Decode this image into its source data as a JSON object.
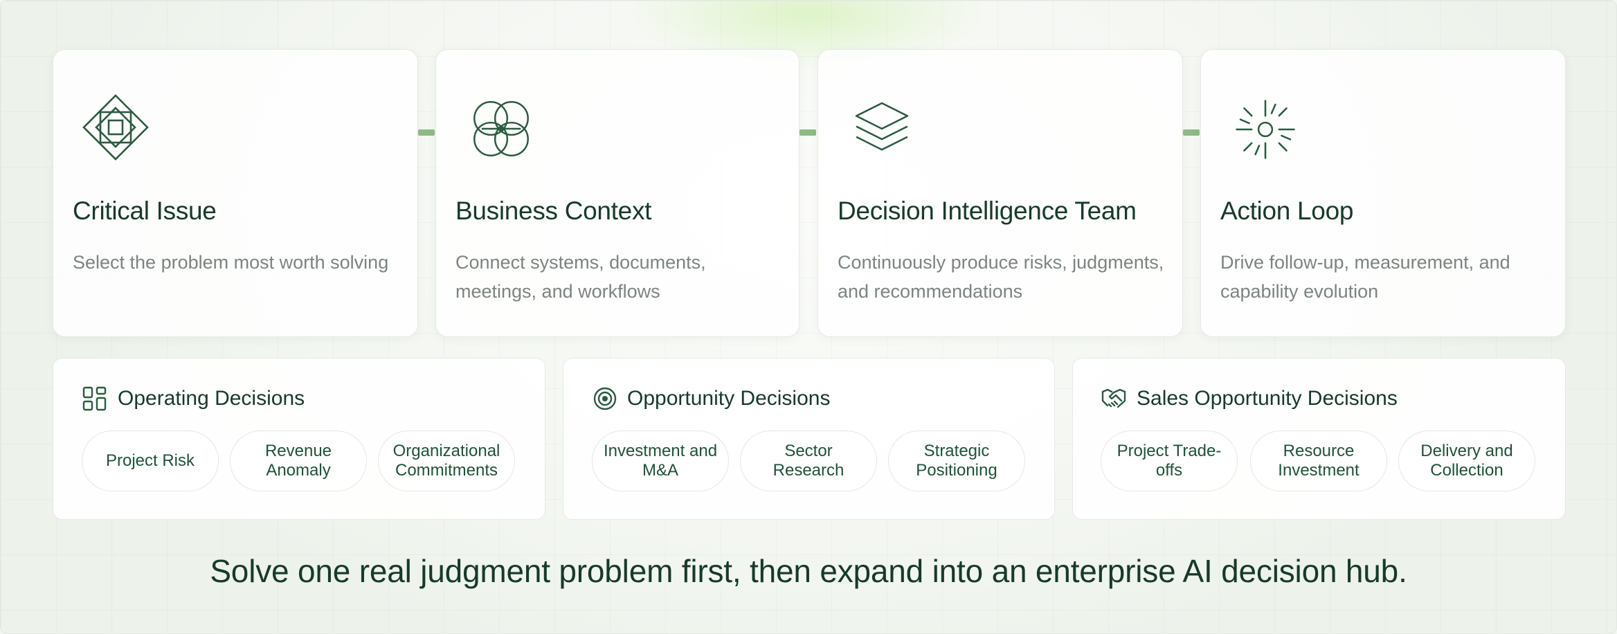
{
  "steps": [
    {
      "title": "Critical Issue",
      "description": "Select the problem most worth solving",
      "icon": "diamond-icon"
    },
    {
      "title": "Business Context",
      "description": "Connect systems, documents, meetings, and workflows",
      "icon": "overlapping-circles-icon"
    },
    {
      "title": "Decision Intelligence Team",
      "description": "Continuously produce risks, judgments, and recommendations",
      "icon": "layers-icon"
    },
    {
      "title": "Action Loop",
      "description": "Drive follow-up, measurement, and capability evolution",
      "icon": "sunburst-icon"
    }
  ],
  "categories": [
    {
      "title": "Operating Decisions",
      "icon": "grid-icon",
      "chips": [
        "Project Risk",
        "Revenue Anomaly",
        "Organizational Commitments"
      ]
    },
    {
      "title": "Opportunity Decisions",
      "icon": "target-icon",
      "chips": [
        "Investment and M&A",
        "Sector Research",
        "Strategic Positioning"
      ]
    },
    {
      "title": "Sales Opportunity Decisions",
      "icon": "handshake-icon",
      "chips": [
        "Project Trade-offs",
        "Resource Investment",
        "Delivery and Collection"
      ]
    }
  ],
  "tagline": "Solve one real judgment problem first, then expand into an enterprise AI decision hub.",
  "colors": {
    "accent": "#2b5a3f",
    "connector": "#8dbb84",
    "text": "#173a29",
    "muted": "#7c8480"
  }
}
